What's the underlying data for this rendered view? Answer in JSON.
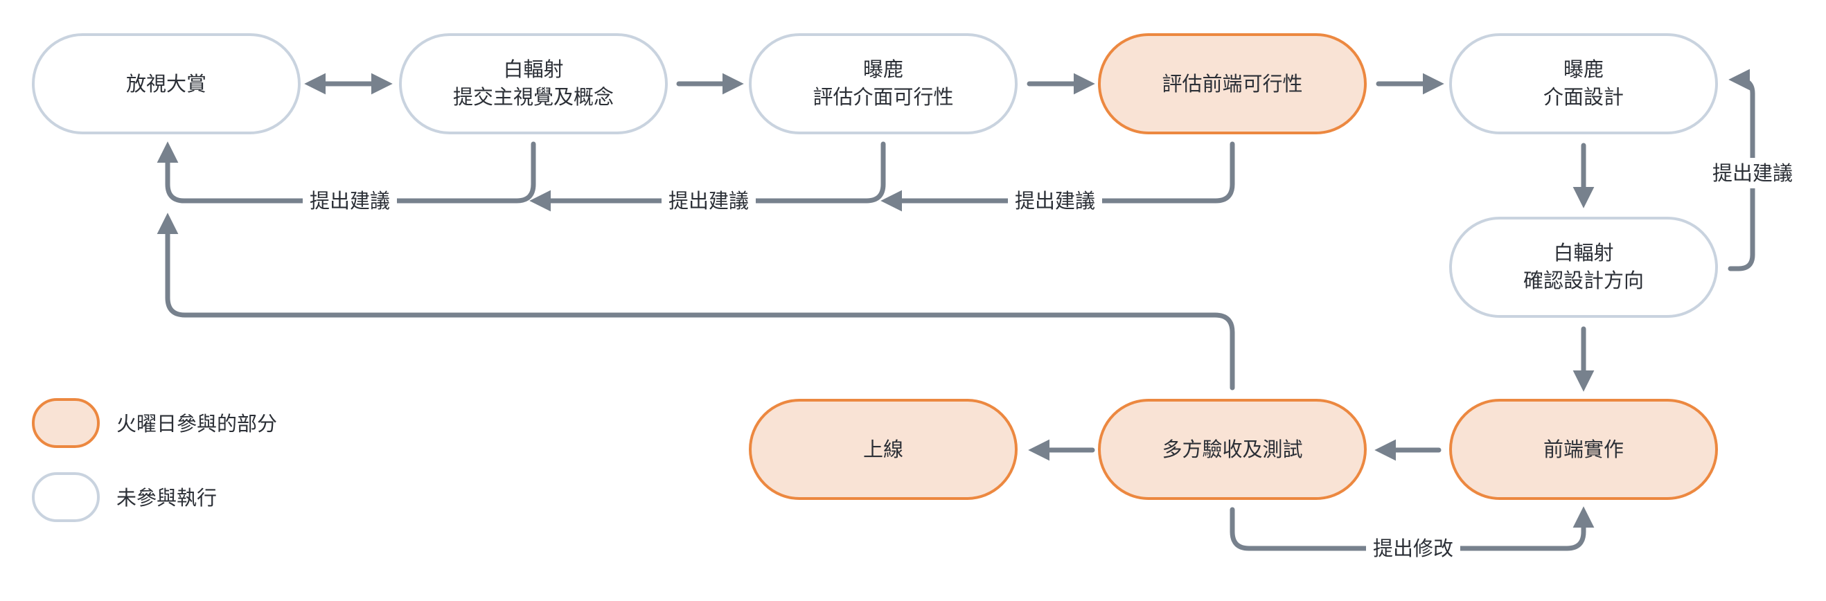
{
  "colors": {
    "highlight_fill": "#f9e3d5",
    "highlight_stroke": "#ec8840",
    "plain_fill": "#ffffff",
    "plain_stroke": "#c9d3df",
    "arrow": "#77818d"
  },
  "nodes": {
    "n1": {
      "lines": [
        "放視大賞"
      ],
      "highlighted": false
    },
    "n2": {
      "lines": [
        "白輻射",
        "提交主視覺及概念"
      ],
      "highlighted": false
    },
    "n3": {
      "lines": [
        "曝鹿",
        "評估介面可行性"
      ],
      "highlighted": false
    },
    "n4": {
      "lines": [
        "評估前端可行性"
      ],
      "highlighted": true
    },
    "n5": {
      "lines": [
        "曝鹿",
        "介面設計"
      ],
      "highlighted": false
    },
    "n6": {
      "lines": [
        "白輻射",
        "確認設計方向"
      ],
      "highlighted": false
    },
    "n7": {
      "lines": [
        "前端實作"
      ],
      "highlighted": true
    },
    "n8": {
      "lines": [
        "多方驗收及測試"
      ],
      "highlighted": true
    },
    "n9": {
      "lines": [
        "上線"
      ],
      "highlighted": true
    }
  },
  "edge_labels": {
    "feedback_1": "提出建議",
    "feedback_2": "提出建議",
    "feedback_3": "提出建議",
    "feedback_4": "提出建議",
    "revise": "提出修改"
  },
  "legend": {
    "highlighted": "火曜日參與的部分",
    "plain": "未參與執行"
  }
}
